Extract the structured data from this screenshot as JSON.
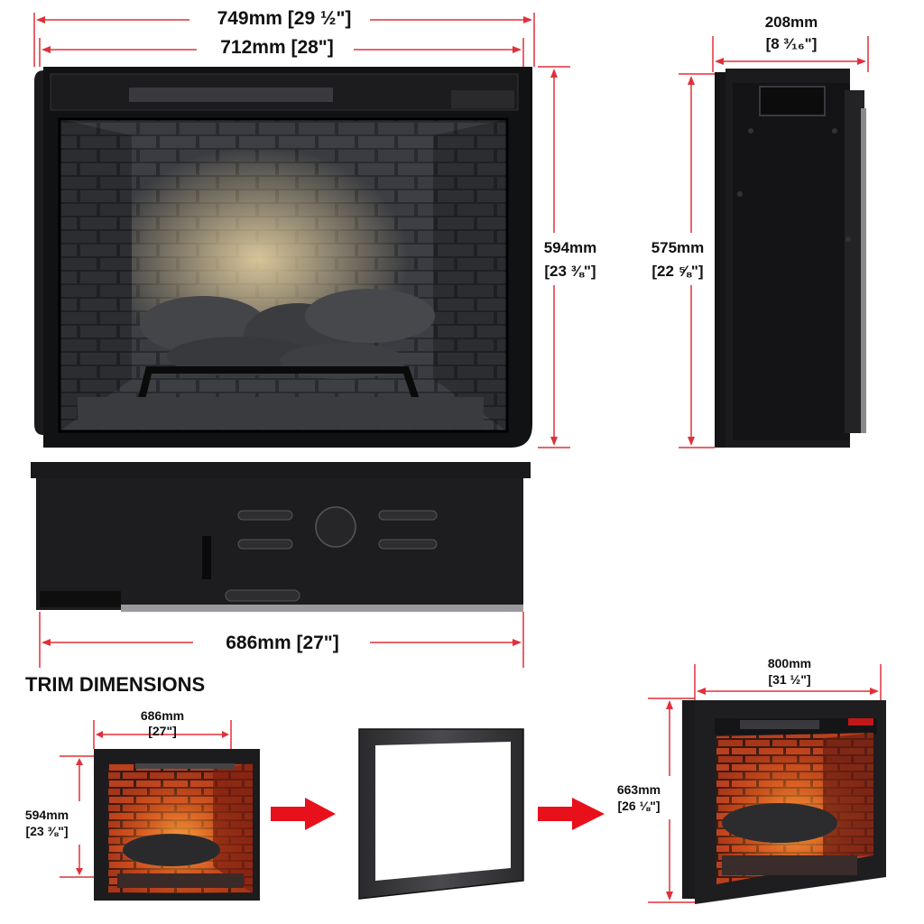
{
  "colors": {
    "dimension_line": "#e0303a",
    "arrow": "#e8101a",
    "unit_body": "#1c1c1e",
    "flame": "#ff5a1a"
  },
  "front": {
    "outer_width": "749mm [29 ½\"]",
    "inner_width": "712mm [28\"]",
    "height_value": "594mm",
    "height_imperial": "[23 ⅜\"]"
  },
  "side": {
    "depth_value": "208mm",
    "depth_imperial": "[8 ³⁄₁₆\"]",
    "height_value": "575mm",
    "height_imperial": "[22 ⅝\"]"
  },
  "top": {
    "width": "686mm [27\"]"
  },
  "trim": {
    "heading": "TRIM DIMENSIONS",
    "unit_width_value": "686mm",
    "unit_width_imperial": "[27\"]",
    "unit_height_value": "594mm",
    "unit_height_imperial": "[23 ⅜\"]",
    "final_width_value": "800mm",
    "final_width_imperial": "[31 ½\"]",
    "final_height_value": "663mm",
    "final_height_imperial": "[26 ⅛\"]"
  }
}
